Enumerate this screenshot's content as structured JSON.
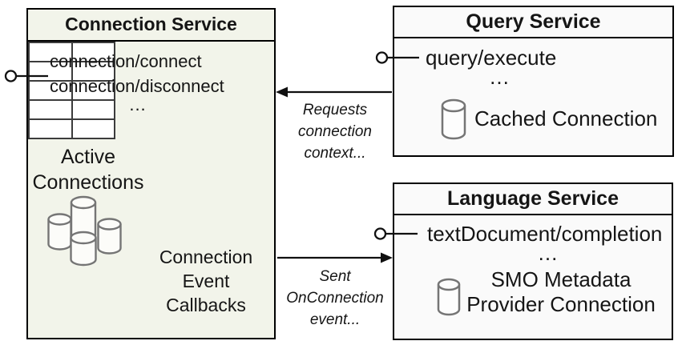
{
  "connection_service": {
    "title": "Connection Service",
    "methods": [
      "connection/connect",
      "connection/disconnect"
    ],
    "more": "...",
    "active_connections": [
      "Active",
      "Connections"
    ],
    "callbacks_caption": [
      "Connection",
      "Event",
      "Callbacks"
    ]
  },
  "query_service": {
    "title": "Query Service",
    "methods": [
      "query/execute"
    ],
    "more": "...",
    "connection_label": "Cached Connection"
  },
  "language_service": {
    "title": "Language Service",
    "methods": [
      "textDocument/completion"
    ],
    "more": "...",
    "connection_label": [
      "SMO Metadata",
      "Provider Connection"
    ]
  },
  "annotations": {
    "requests": [
      "Requests",
      "connection",
      "context..."
    ],
    "on_connection": [
      "Sent",
      "OnConnection",
      "event..."
    ]
  },
  "icons": {
    "active_connections": "database-cluster-icon",
    "query_cache": "database-icon",
    "language_cache": "database-icon",
    "interfaces": "lollipop-interface-icon"
  },
  "colors": {
    "connection-box-fill": "#f2f4ea",
    "service-box-fill": "#fafafa",
    "box-border": "#000000",
    "text": "#151515",
    "cylinder-stroke": "#757575",
    "table-line": "#3c3c3c",
    "connector": "#101010"
  }
}
